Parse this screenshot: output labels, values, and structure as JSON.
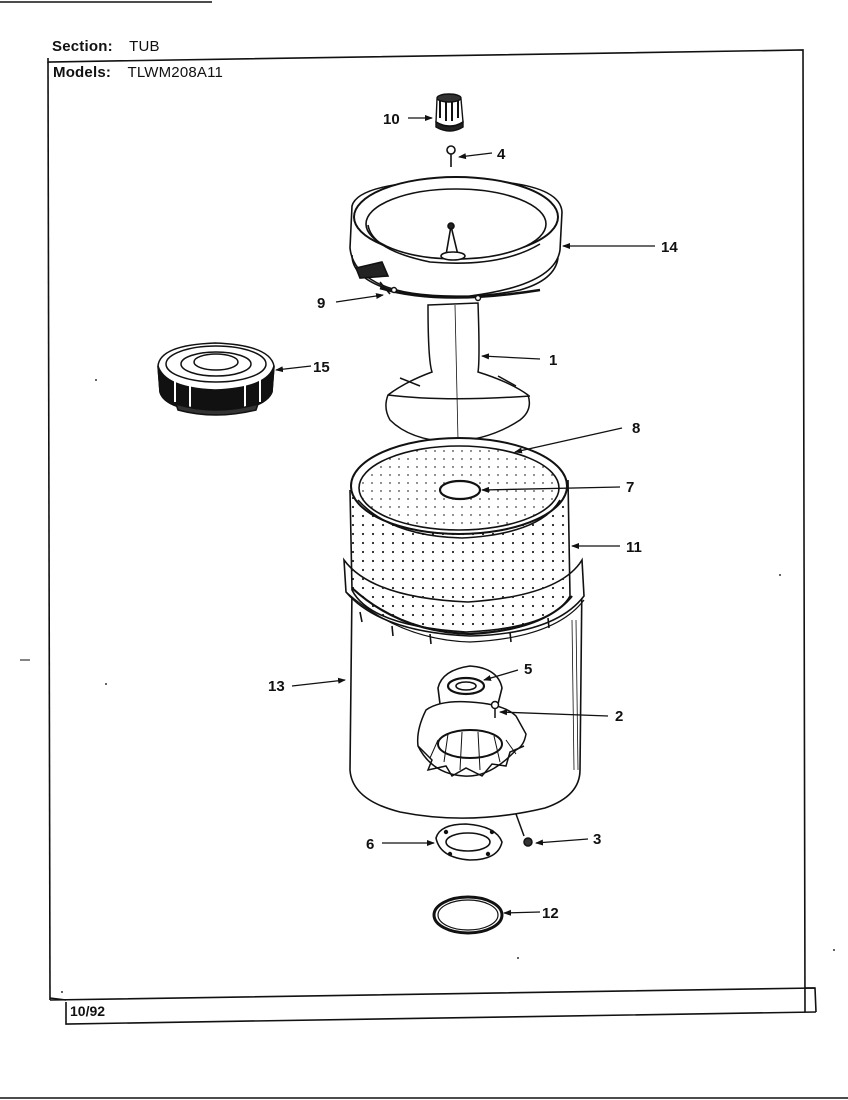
{
  "header": {
    "section_label": "Section:",
    "section_value": "TUB",
    "models_label": "Models:",
    "models_value": "TLWM208A11"
  },
  "footer": {
    "date": "10/92"
  },
  "callouts": {
    "c1": "1",
    "c2": "2",
    "c3": "3",
    "c4": "4",
    "c5": "5",
    "c6": "6",
    "c7": "7",
    "c8": "8",
    "c9": "9",
    "c10": "10",
    "c11": "11",
    "c12": "12",
    "c13": "13",
    "c14": "14",
    "c15": "15"
  }
}
